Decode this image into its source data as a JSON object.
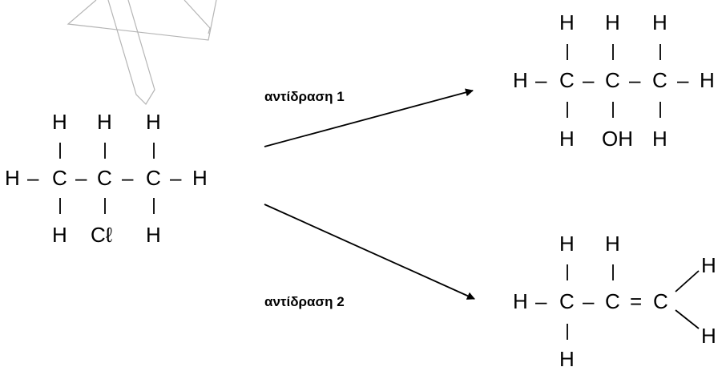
{
  "reactant": {
    "row1": [
      "H",
      "H",
      "H"
    ],
    "row2": [
      "H",
      "C",
      "C",
      "C",
      "H"
    ],
    "row3": [
      "H",
      "Cℓ",
      "H"
    ]
  },
  "reaction1": {
    "label": "αντίδραση  1",
    "product": {
      "row1": [
        "H",
        "H",
        "H"
      ],
      "row2": [
        "H",
        "C",
        "C",
        "C",
        "H"
      ],
      "row3": [
        "H",
        "OH",
        "H"
      ]
    }
  },
  "reaction2": {
    "label": "αντίδραση  2",
    "product": {
      "row1": [
        "H",
        "H"
      ],
      "row2": [
        "H",
        "C",
        "C",
        "C"
      ],
      "right": [
        "H",
        "H"
      ],
      "bottom": [
        "H"
      ],
      "double_bond": "="
    }
  },
  "bond_dash": "–"
}
